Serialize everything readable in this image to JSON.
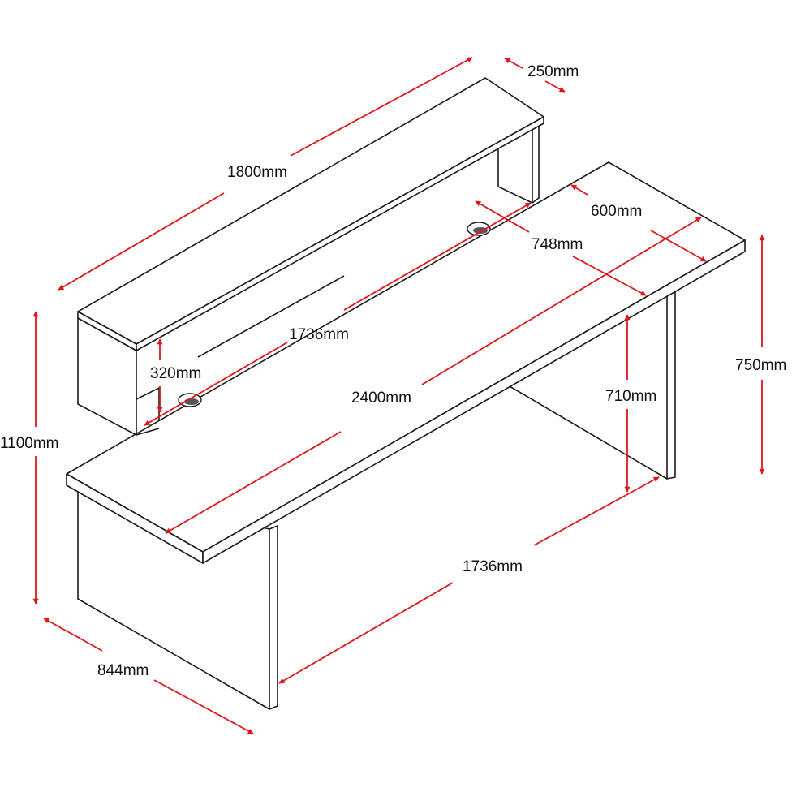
{
  "colors": {
    "dimension": "#e0161b",
    "outline": "#1a1a1a",
    "background": "#ffffff"
  },
  "dimensions": {
    "hutch_depth": "250mm",
    "hutch_length": "1800mm",
    "top_depth": "600mm",
    "grommet_spacing": "748mm",
    "inner_length": "1736mm",
    "top_length": "2400mm",
    "hutch_height": "320mm",
    "leg_height": "710mm",
    "desk_height": "750mm",
    "overall_height": "1100mm",
    "base_length": "1736mm",
    "overall_depth": "844mm"
  }
}
